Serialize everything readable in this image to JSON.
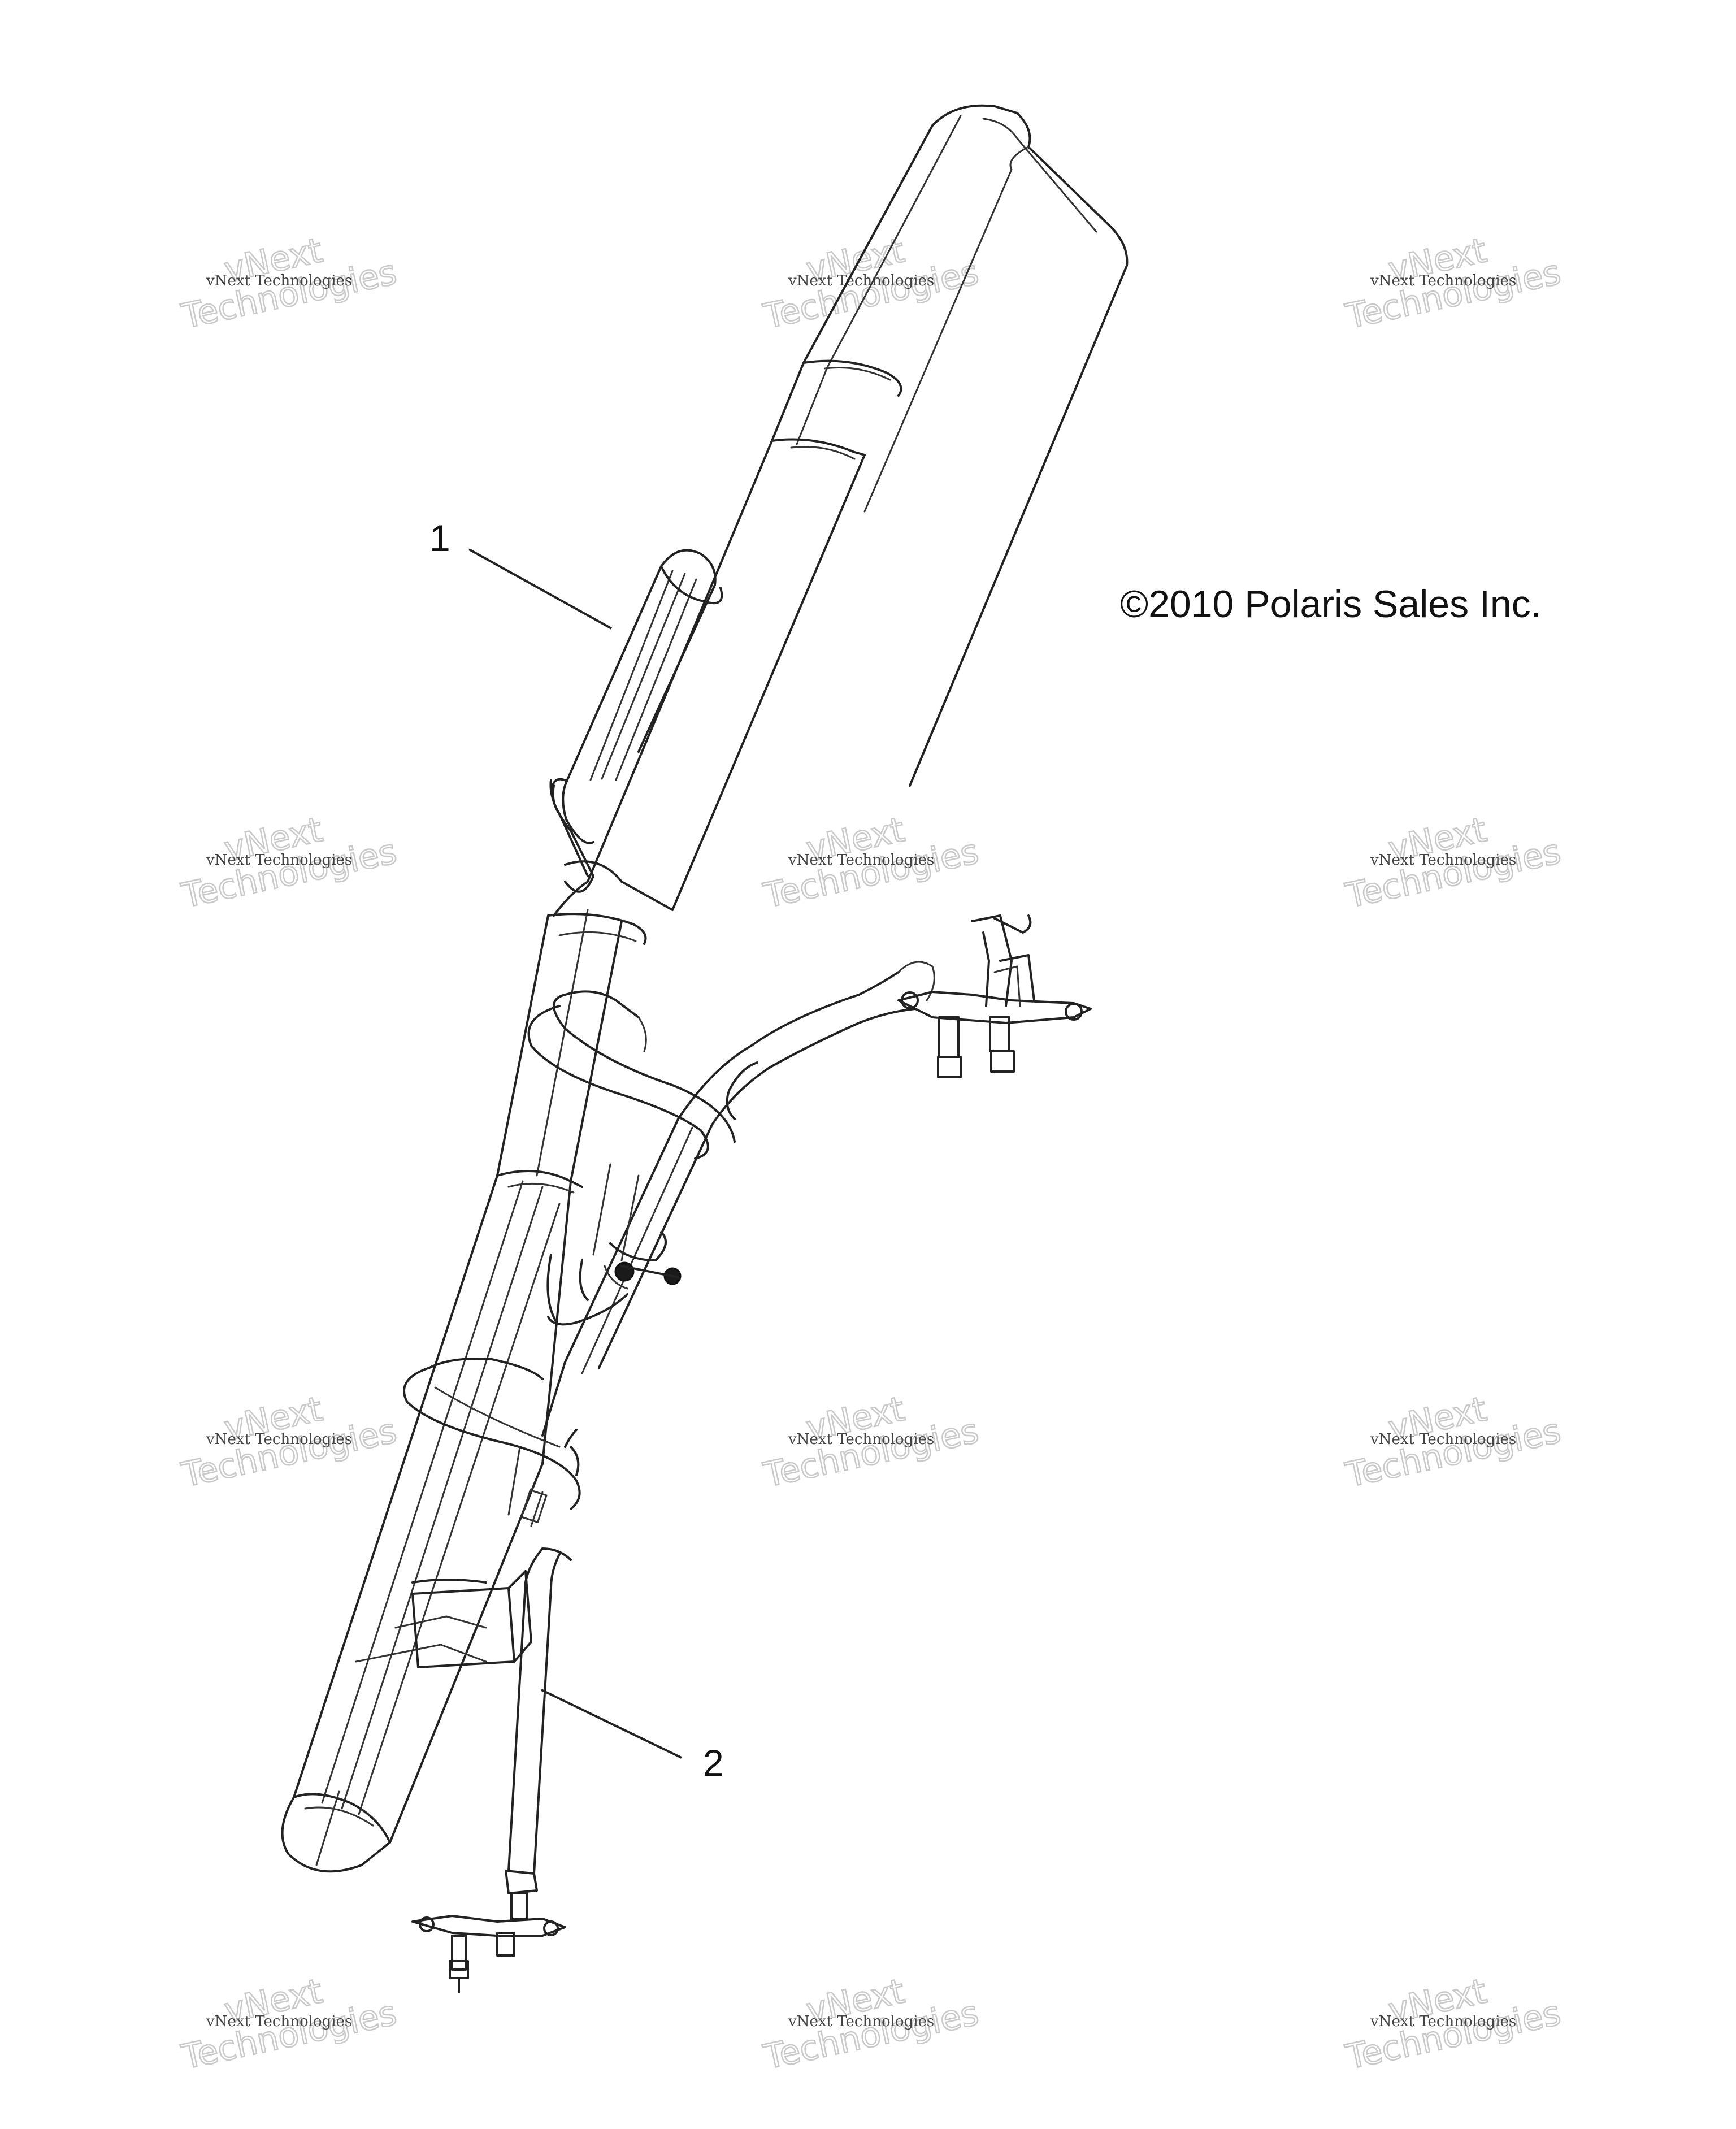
{
  "callouts": [
    {
      "id": "1",
      "label": "1"
    },
    {
      "id": "2",
      "label": "2"
    }
  ],
  "copyright": "©2010 Polaris Sales Inc.",
  "watermark": {
    "small": "vNext Technologies",
    "big_line1": "vNext",
    "big_line2": "Technologies"
  }
}
